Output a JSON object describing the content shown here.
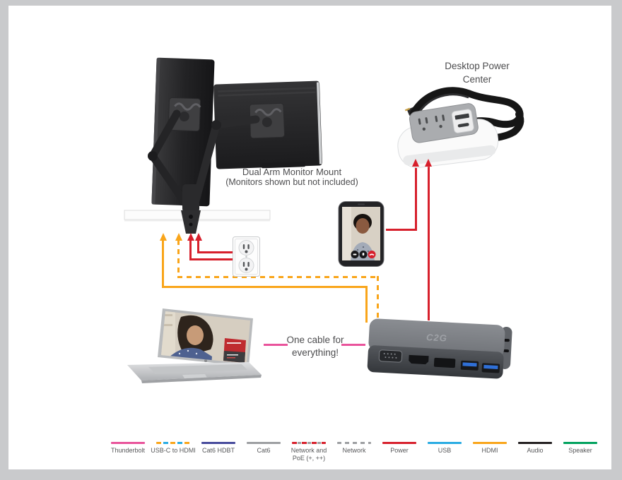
{
  "labels": {
    "desktop_power_center": "Desktop Power Center",
    "dual_arm_mount_line1": "Dual Arm Monitor Mount",
    "dual_arm_mount_line2": "(Monitors shown but not included)",
    "one_cable": "One cable for everything!"
  },
  "devices": {
    "dock_logo": "C2G",
    "names": [
      "dual-arm-monitor-mount",
      "desktop-power-center",
      "wall-outlet",
      "smartphone",
      "laptop",
      "usb-c-dock"
    ]
  },
  "legend": {
    "items": [
      {
        "label": "Thunderbolt",
        "style": "solid",
        "color": "#E9539B"
      },
      {
        "label": "USB-C to HDMI",
        "style": "dashed",
        "colors": [
          "#F9A51A",
          "#29ABE2"
        ]
      },
      {
        "label": "Cat6 HDBT",
        "style": "solid",
        "color": "#474B9C"
      },
      {
        "label": "Cat6",
        "style": "solid",
        "color": "#9D9FA2"
      },
      {
        "label": "Network and PoE (+, ++)",
        "style": "dashed",
        "colors": [
          "#D7202C",
          "#9D9FA2"
        ]
      },
      {
        "label": "Network",
        "style": "dashed",
        "color": "#9D9FA2"
      },
      {
        "label": "Power",
        "style": "solid",
        "color": "#D7202C"
      },
      {
        "label": "USB",
        "style": "solid",
        "color": "#29ABE2"
      },
      {
        "label": "HDMI",
        "style": "solid",
        "color": "#F9A51A"
      },
      {
        "label": "Audio",
        "style": "solid",
        "color": "#231F20"
      },
      {
        "label": "Speaker",
        "style": "solid",
        "color": "#00A15D"
      }
    ]
  },
  "connections": [
    {
      "from": "dock",
      "to": "monitor-mount",
      "cable": "HDMI",
      "color": "#F9A51A",
      "style": "solid"
    },
    {
      "from": "dock",
      "to": "monitor-mount",
      "cable": "USB-C to HDMI",
      "color": "#F9A51A",
      "style": "dashed"
    },
    {
      "from": "wall-outlet",
      "to": "monitor-mount-area",
      "cable": "Power",
      "color": "#D7202C",
      "style": "solid",
      "count": 2
    },
    {
      "from": "phone",
      "to": "desktop-power-center",
      "cable": "Power",
      "color": "#D7202C",
      "style": "solid"
    },
    {
      "from": "dock",
      "to": "desktop-power-center",
      "cable": "Power",
      "color": "#D7202C",
      "style": "solid"
    },
    {
      "from": "laptop",
      "to": "dock",
      "cable": "Thunderbolt",
      "color": "#E9539B",
      "style": "solid",
      "annotation": "One cable for everything!"
    }
  ],
  "colors": {
    "canvas": "#FFFFFF",
    "frame": "#C9CACC",
    "text": "#4D4D4F",
    "legend_text": "#565759"
  }
}
